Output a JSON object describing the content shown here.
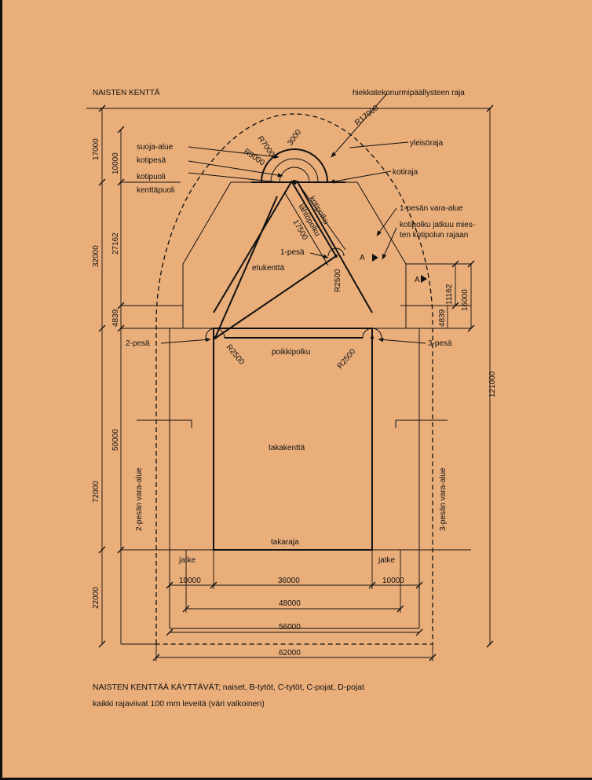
{
  "title": "NAISTEN KENTTÄ",
  "labels": {
    "hiekka": "hiekkatekonurmipäällysteen raja",
    "r17000": "R17000",
    "r7000": "R7000",
    "r5000": "R5000",
    "d3000": "3000",
    "yleisoraja": "yleisöraja",
    "suoja_alue": "suoja-alue",
    "kotipesa": "kotipesä",
    "kotiraja": "kotiraja",
    "kotipuoli": "kotipuoli",
    "kenttapuoli": "kenttäpuoli",
    "kotipolku": "kotipolku",
    "lahtopolku": "lähtöpolku",
    "d17500": "17500",
    "pesa1_vara": "1-pesän vara-alue",
    "kotipolku_jatkuu_1": "kotipolku jatkuu mies-",
    "kotipolku_jatkuu_2": "ten kotipolun rajaan",
    "pesa1": "1-pesä",
    "etukentta": "etukenttä",
    "r2500": "R2500",
    "a_mark": "A",
    "pesa2": "2-pesä",
    "pesa3": "3-pesä",
    "poikkipolku": "poikkipolku",
    "takakentta": "takakenttä",
    "takaraja": "takaraja",
    "pesa2_vara": "2-pesän vara-alue",
    "pesa3_vara": "3-pesän vara-alue",
    "jatke": "jatke"
  },
  "dimensions": {
    "d17000": "17000",
    "d10000": "10000",
    "d32000": "32000",
    "d27162": "27162",
    "d4839": "4839",
    "d72000": "72000",
    "d50000": "50000",
    "d22000": "22000",
    "d121000": "121000",
    "d11162": "11162",
    "d16000": "16000",
    "d36000": "36000",
    "d48000": "48000",
    "d56000": "56000",
    "d62000": "62000"
  },
  "notes": {
    "line1": "NAISTEN KENTTÄÄ KÄYTTÄVÄT; naiset, B-tytöt, C-tytöt, C-pojat, D-pojat",
    "line2": "kaikki rajaviivat 100 mm leveitä (väri valkoinen)"
  }
}
